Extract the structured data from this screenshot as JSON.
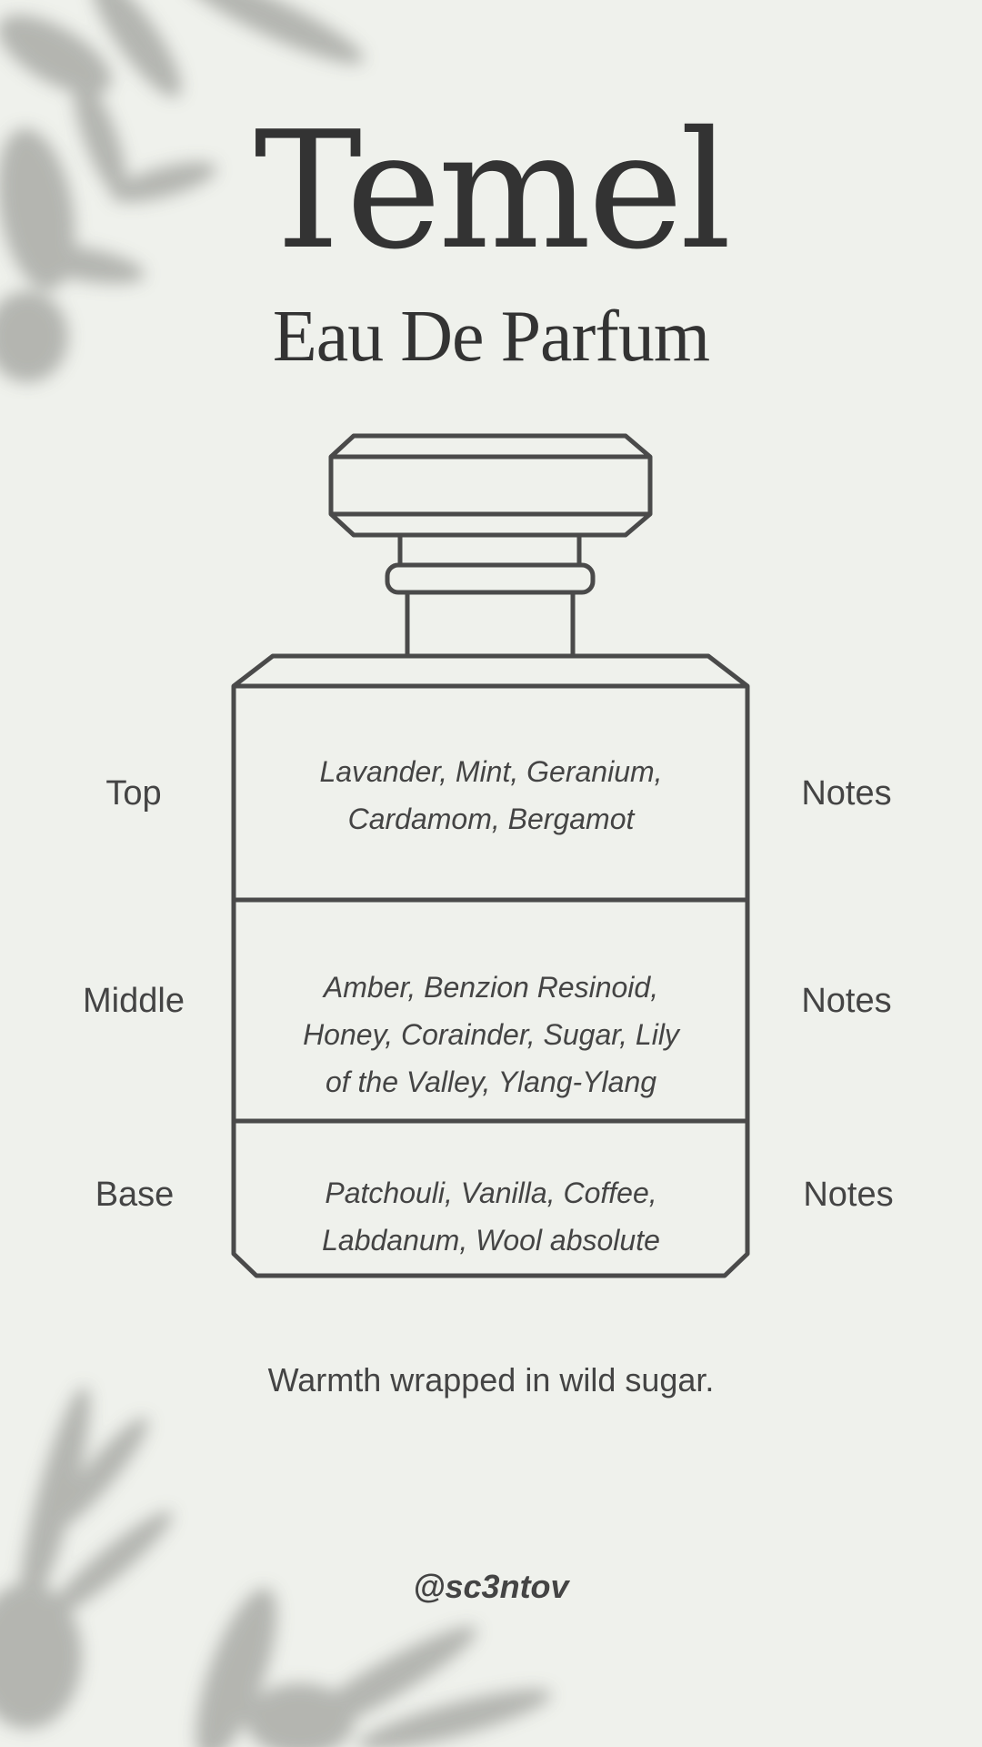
{
  "header": {
    "title": "Temel",
    "subtitle": "Eau De Parfum"
  },
  "notes": [
    {
      "label": "Top",
      "suffix": "Notes",
      "lines": [
        "Lavander, Mint, Geranium,",
        "Cardamom, Bergamot"
      ]
    },
    {
      "label": "Middle",
      "suffix": "Notes",
      "lines": [
        "Amber, Benzion Resinoid,",
        "Honey, Corainder, Sugar, Lily",
        "of the Valley, Ylang-Ylang"
      ]
    },
    {
      "label": "Base",
      "suffix": "Notes",
      "lines": [
        "Patchouli, Vanilla, Coffee,",
        "Labdanum, Wool absolute"
      ]
    }
  ],
  "tagline": "Warmth wrapped in wild sugar.",
  "handle": "@sc3ntov",
  "colors": {
    "background": "#eff1ec",
    "ink": "#4a4a4a"
  }
}
